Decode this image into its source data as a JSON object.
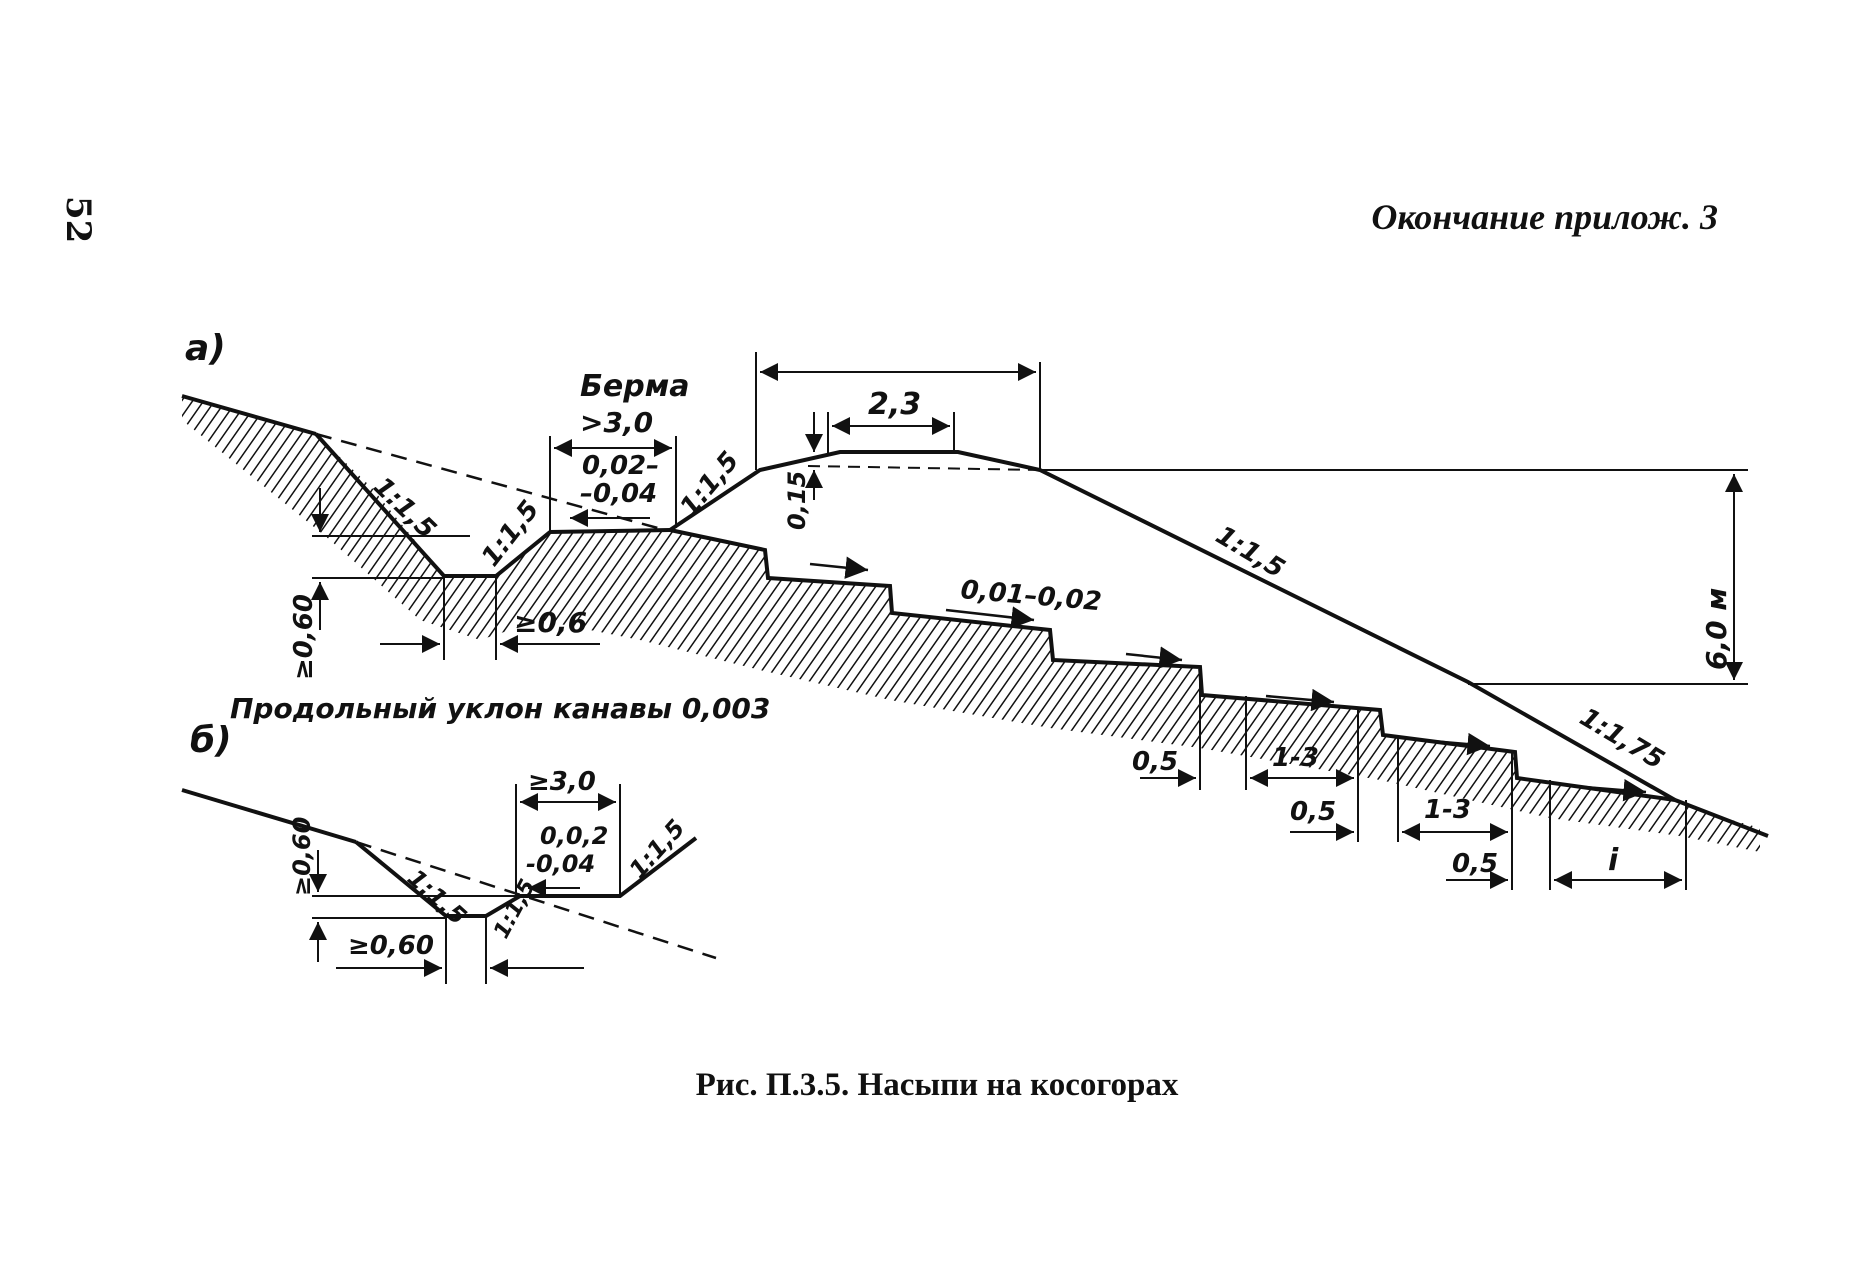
{
  "header": {
    "page_number": "52",
    "right_text": "Окончание прилож. 3"
  },
  "figure": {
    "caption": "Рис. П.3.5. Насыпи на косогорах",
    "a": {
      "label": "а)",
      "berm_title": "Берма",
      "berm_width": ">3,0",
      "berm_slope_1": "0,02–",
      "berm_slope_2": "–0,04",
      "crown_width": "2,3",
      "crown_offset": "0,15",
      "slope_ditch_outer": "1:1,5",
      "slope_ditch_inner": "1:1,5",
      "slope_embankment_upper": "1:1,5",
      "slope_embankment_lower_main": "1:1,5",
      "slope_embankment_lower_toe": "1:1,75",
      "ditch_depth": "≥0,60",
      "ditch_bottom": "≥0,6",
      "bench_slope": "0,01–0,02",
      "height": "6,0 м",
      "step_1": "0,5",
      "step_2": "1-3",
      "step_3": "0,5",
      "step_4": "1-3",
      "step_5": "0,5",
      "step_i": "i",
      "longitudinal_note": "Продольный уклон канавы 0,003"
    },
    "b": {
      "label": "б)",
      "berm_width": "≥3,0",
      "berm_slope_1": "0,0,2",
      "berm_slope_2": "-0,04",
      "slope_embankment": "1:1,5",
      "slope_ditch_outer": "1:1,5",
      "slope_ditch_inner": "1:1,5",
      "ditch_depth": "≥0,60",
      "ditch_bottom": "≥0,60"
    }
  }
}
